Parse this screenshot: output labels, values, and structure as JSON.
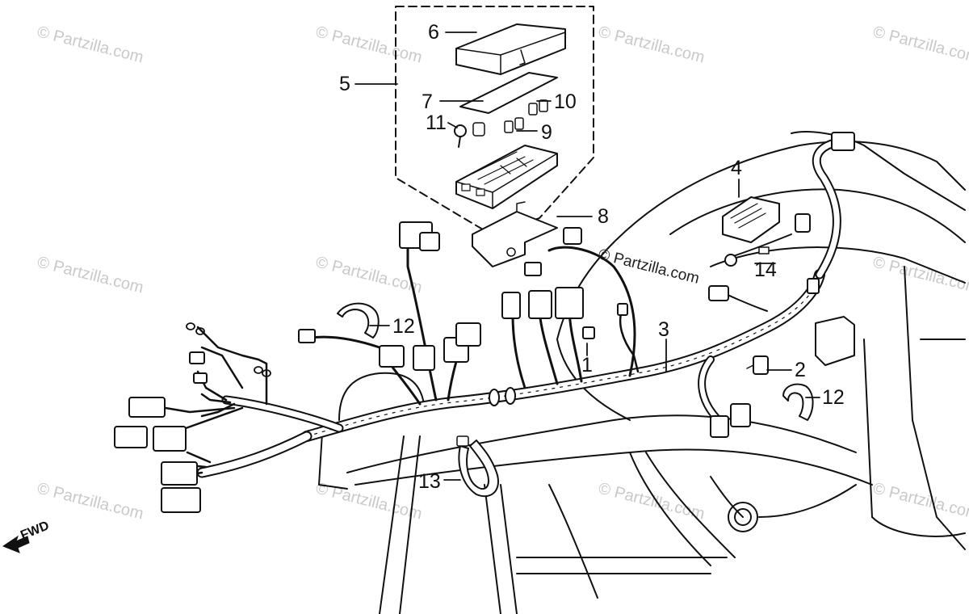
{
  "watermark": {
    "text": "© Partzilla.com",
    "color": "#c9c9c9"
  },
  "center_watermark": "© Partzilla.com",
  "direction_label": "FWD",
  "callouts": {
    "c1": "1",
    "c2": "2",
    "c3": "3",
    "c4": "4",
    "c5": "5",
    "c6": "6",
    "c7": "7",
    "c8": "8",
    "c9": "9",
    "c10": "10",
    "c11": "11",
    "c12a": "12",
    "c12b": "12",
    "c13": "13",
    "c14": "14"
  }
}
